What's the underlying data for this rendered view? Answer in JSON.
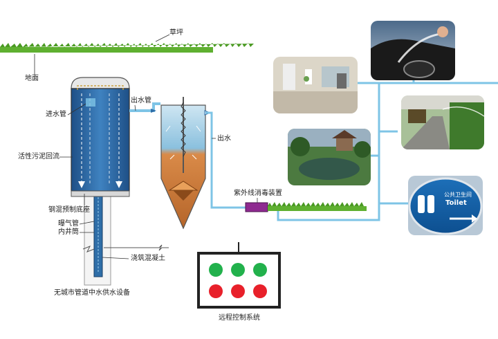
{
  "labels": {
    "lawn": "草坪",
    "ground": "地面",
    "inlet_pipe": "进水管",
    "outlet_pipe": "出水管",
    "sludge_return": "活性污泥回流",
    "steel_base": "钢混预制底座",
    "aeration_pipe": "曝气管",
    "inner_well": "内井筒",
    "poured_concrete": "浇筑混凝土",
    "device_caption": "无城市管道中水供水设备",
    "water_out": "出水",
    "uv_device": "紫外线消毒装置",
    "remote_control": "远程控制系统"
  },
  "toilet_sign": {
    "cn": "公共卫生间",
    "en": "Toilet"
  },
  "colors": {
    "pipe": "#7ec4e6",
    "tank_blue": "#2f6ea8",
    "sludge_orange": "#cf7a3a",
    "grass": "#5fb030",
    "uv": "#8e2a90",
    "led_green": "#22b14c",
    "led_red": "#e8202a"
  }
}
